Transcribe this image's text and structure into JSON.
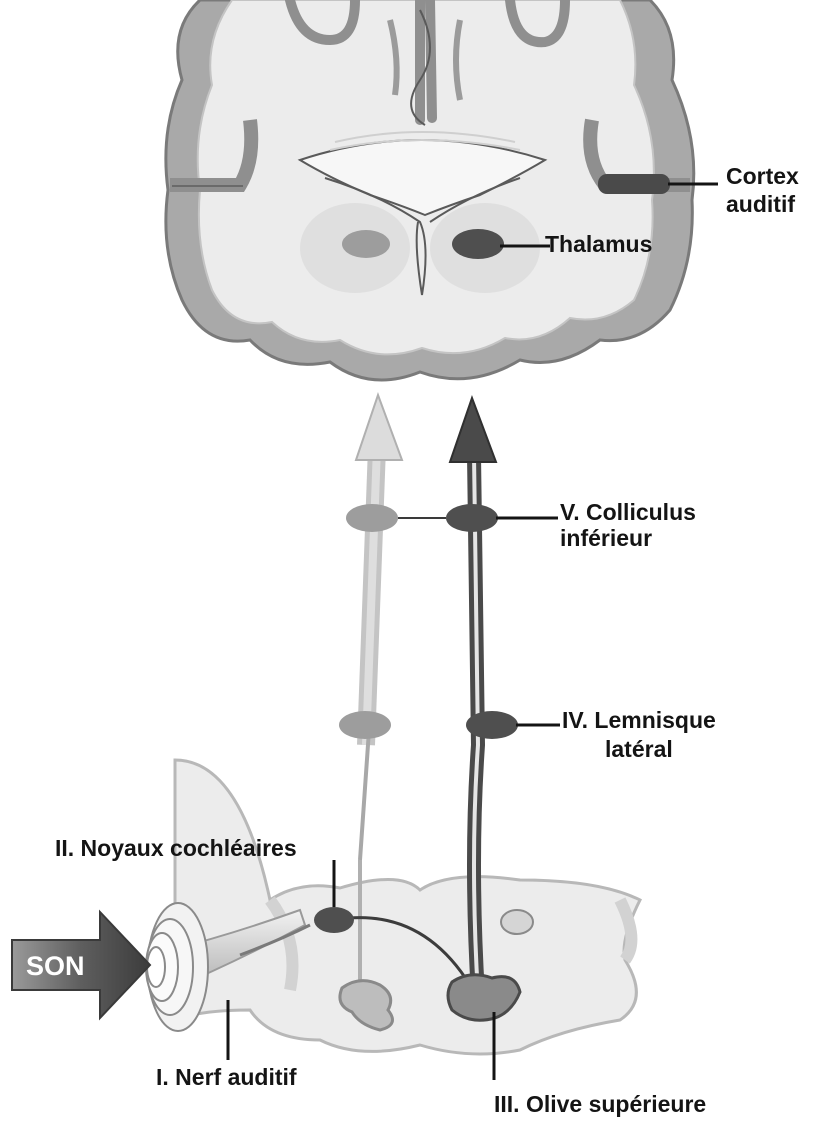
{
  "labels": {
    "cortex_line1": "Cortex",
    "cortex_line2": "auditif",
    "thalamus": "Thalamus",
    "colliculus_line1": "V. Colliculus",
    "colliculus_line2": "inférieur",
    "lemnisque_line1": "IV. Lemnisque",
    "lemnisque_line2": "latéral",
    "noyaux": "II. Noyaux cochléaires",
    "son": "SON",
    "nerf": "I. Nerf auditif",
    "olive": "III. Olive supérieure"
  },
  "colors": {
    "brain_outline": "#7a7a7a",
    "cortex_gray": "#a9a9a9",
    "white_matter": "#ececec",
    "pathway_light": "#bdbdbd",
    "pathway_dark": "#4a4a4a",
    "nucleus_light": "#9d9d9d",
    "nucleus_dark": "#4f4f4f"
  }
}
